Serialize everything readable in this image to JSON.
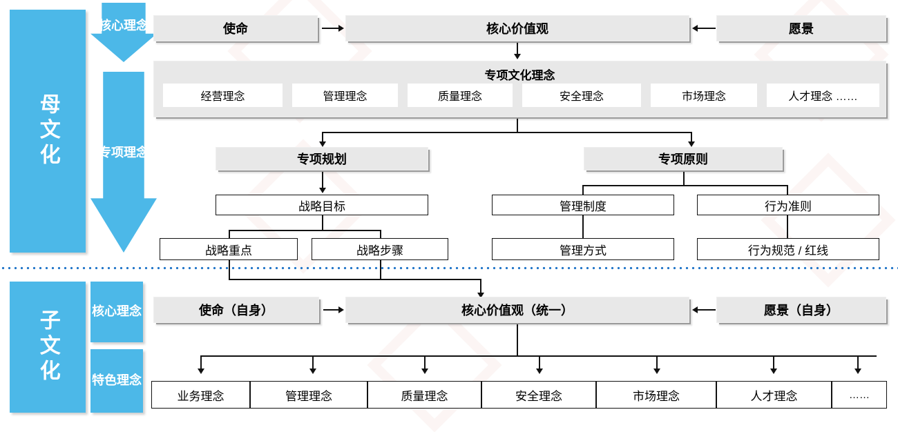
{
  "colors": {
    "blue": "#4CB8E8",
    "panel_gray": "#e8e8e8",
    "divider_blue": "#1f74c8",
    "line": "#111111"
  },
  "parent_culture": {
    "label": "母文化",
    "streams": [
      {
        "name": "core-idea-arrow",
        "label": "核心理念"
      },
      {
        "name": "special-idea-arrow",
        "label": "专项理念"
      }
    ],
    "top_row": {
      "mission": "使命",
      "core_values": "核心价值观",
      "vision": "愿景"
    },
    "special_panel": {
      "title": "专项文化理念",
      "chips": [
        "经营理念",
        "管理理念",
        "质量理念",
        "安全理念",
        "市场理念",
        "人才理念  ……"
      ]
    },
    "branch_left": {
      "header": "专项规划",
      "level2": "战略目标",
      "level3": [
        "战略重点",
        "战略步骤"
      ]
    },
    "branch_right": {
      "header": "专项原则",
      "level2": [
        "管理制度",
        "行为准则"
      ],
      "level3": [
        "管理方式",
        "行为规范 / 红线"
      ]
    }
  },
  "sub_culture": {
    "label": "子文化",
    "streams": [
      {
        "name": "core-idea-box",
        "label": "核心理念"
      },
      {
        "name": "feature-idea-box",
        "label": "特色理念"
      }
    ],
    "top_row": {
      "mission": "使命（自身）",
      "core_values": "核心价值观（统一）",
      "vision": "愿景（自身）"
    },
    "concepts": [
      "业务理念",
      "管理理念",
      "质量理念",
      "安全理念",
      "市场理念",
      "人才理念",
      "……"
    ]
  }
}
